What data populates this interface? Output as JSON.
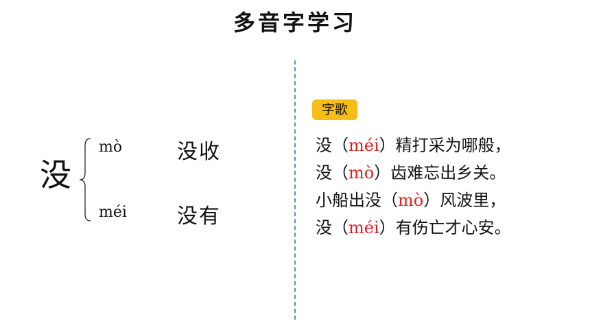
{
  "title": "多音字学习",
  "left": {
    "character": "没",
    "readings": [
      {
        "pinyin": "mò",
        "word": "没收"
      },
      {
        "pinyin": "méi",
        "word": "没有"
      }
    ]
  },
  "right": {
    "badge": "字歌",
    "poem": [
      {
        "pre": "没（",
        "pinyin": "méi",
        "post": "）精打采为哪般，"
      },
      {
        "pre": "没（",
        "pinyin": "mò",
        "post": "）齿难忘出乡关。"
      },
      {
        "pre": "小船出没（",
        "pinyin": "mò",
        "post": "）风波里，"
      },
      {
        "pre": "没（",
        "pinyin": "méi",
        "post": "）有伤亡才心安。"
      }
    ]
  },
  "colors": {
    "pinyin_highlight": "#e02020",
    "badge_bg": "#f6bd16",
    "divider": "#5b8fc9"
  }
}
